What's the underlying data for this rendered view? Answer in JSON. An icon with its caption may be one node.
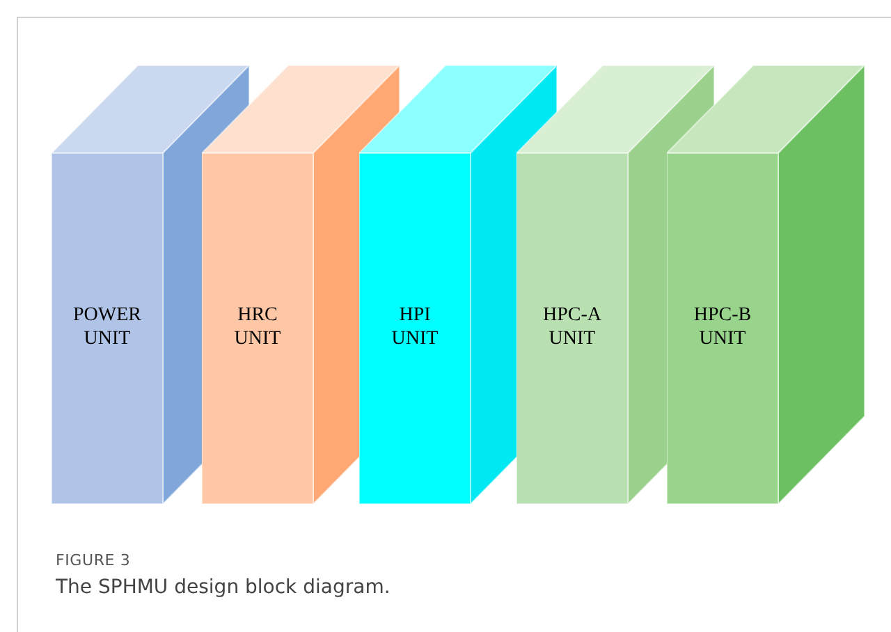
{
  "diagram": {
    "caption": "The SPHMU design block diagram.",
    "nodes": [
      {
        "text": [
          "POWER UNIT"
        ]
      },
      {
        "text": [
          "HRC UNIT"
        ]
      },
      {
        "text": [
          "HPI UNIT"
        ]
      },
      {
        "text": [
          "HPC-A UNIT"
        ]
      },
      {
        "text": [
          "HPC-B UNIT"
        ]
      }
    ],
    "labels": [
      "FIGURE 3"
    ]
  }
}
